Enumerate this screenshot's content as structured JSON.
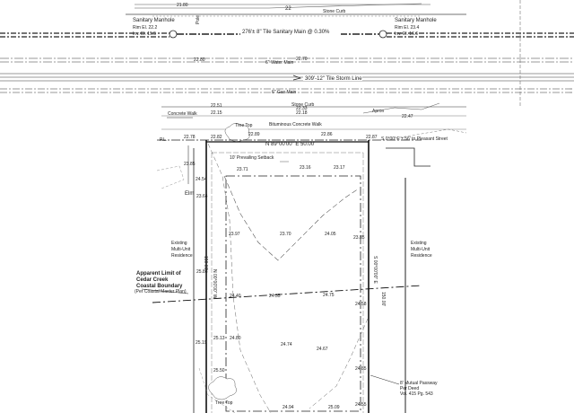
{
  "top": {
    "elev_top_left": "21.80",
    "street_num": "22",
    "stone_curb_top": "Stone Curb",
    "pole_label": "Pole"
  },
  "manhole_left": {
    "title": "Sanitary Manhole",
    "rim": "Rim El. 22.2",
    "inv": "Inv. El. 15.5"
  },
  "manhole_right": {
    "title": "Sanitary Manhole",
    "rim": "Rim El. 23.4",
    "inv": "Inv. El. 16.6"
  },
  "utilities": {
    "sanitary_main": "276'± 8\" Tile Sanitary Main @ 0.30%",
    "water_main": "6\" Water Main",
    "storm_line": "309'-12\" Tile Storm Line",
    "gas_main": "6\" Gas Main",
    "water_elev_left": "22.80",
    "water_elev_right": "22.70"
  },
  "street": {
    "stone_curb": "Stone Curb",
    "concrete_walk": "Concrete Walk",
    "bituminous_walk": "Bituminous Concrete Walk",
    "apron": "Apron",
    "tree_top": "Tree Top",
    "street_line": "S 0°00' E ± 56' to Pleasant Street",
    "setback": "10' Prevailing Setback"
  },
  "lot": {
    "north_bearing": "N 89°00'00\" E  50.00'",
    "west_bearing": "N 00°00'00\" W",
    "west_distance": "150.00'",
    "east_bearing": "S 00°00'00\" E",
    "east_distance": "150.00'",
    "elm_label": "Elm"
  },
  "adjacent": {
    "left_label_1": "Existing",
    "left_label_2": "Multi-Unit",
    "left_label_3": "Residence",
    "right_label_1": "Existing",
    "right_label_2": "Multi-Unit",
    "right_label_3": "Residence",
    "boundary_1": "Apparent Limit of",
    "boundary_2": "Cedar Creek",
    "boundary_3": "Coastal Boundary",
    "boundary_4": "(Per Coastal Master Plan)",
    "passway_1": "8' Mutual Passway",
    "passway_2": "Per Deed",
    "passway_3": "Vol. 415 Pg. 543",
    "tree_bottom": "Tree Top"
  },
  "elevations": {
    "e1": "22.51",
    "e2": "22.33",
    "e3": "22.18",
    "e4": "22.15",
    "e5": "22.78",
    "e6": "22.82",
    "e7": "22.89",
    "e8": "22.86",
    "e9": "22.87",
    "e10": "22.47",
    "e11": "23.71",
    "e12": "23.16",
    "e13": "23.17",
    "e14": "23.85",
    "e15": "24.54",
    "e16": "23.64",
    "e17": "23.97",
    "e18": "23.70",
    "e19": "24.05",
    "e20": "23.85",
    "e21": "25.86",
    "e22": "24.40",
    "e23": "24.35",
    "e24": "24.75",
    "e25": "24.58",
    "e26": "25.19",
    "e27": "25.13",
    "e28": "24.80",
    "e29": "24.74",
    "e30": "24.67",
    "e31": "25.50",
    "e32": "24.94",
    "e33": "25.09",
    "e34": "24.85",
    "e35": "24.55"
  }
}
